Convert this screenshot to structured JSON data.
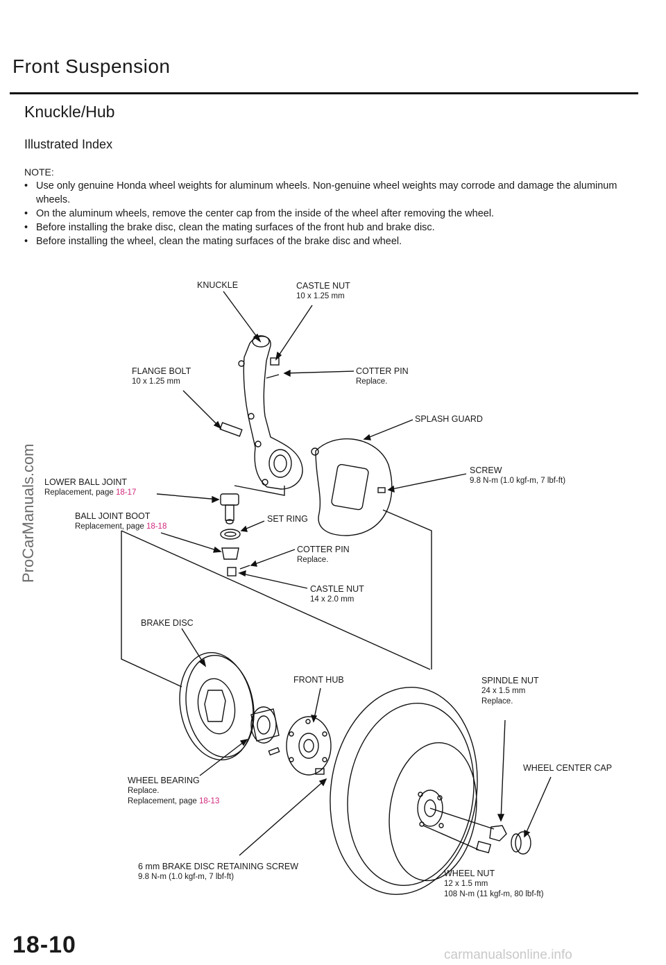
{
  "header": {
    "title": "Front Suspension",
    "section": "Knuckle/Hub",
    "subsection": "Illustrated Index"
  },
  "notes": {
    "title": "NOTE:",
    "items": [
      "Use only genuine Honda wheel weights for aluminum wheels. Non-genuine wheel weights may corrode and damage the aluminum wheels.",
      "On the aluminum wheels, remove the center cap from the inside of the wheel after removing the wheel.",
      "Before installing the brake disc, clean the mating surfaces of the front hub and brake disc.",
      "Before installing the wheel, clean the mating surfaces of the brake disc and wheel."
    ]
  },
  "labels": {
    "knuckle": "KNUCKLE",
    "castle_nut_top": "CASTLE NUT",
    "castle_nut_top_size": "10 x 1.25 mm",
    "flange_bolt": "FLANGE BOLT",
    "flange_bolt_size": "10 x 1.25 mm",
    "cotter_pin_top": "COTTER PIN",
    "cotter_pin_top_note": "Replace.",
    "splash_guard": "SPLASH GUARD",
    "screw": "SCREW",
    "screw_torque": "9.8 N-m (1.0 kgf-m, 7 lbf-ft)",
    "lower_ball_joint": "LOWER BALL JOINT",
    "lower_ball_joint_ref_text": "Replacement, page",
    "lower_ball_joint_ref": "18-17",
    "ball_joint_boot": "BALL JOINT BOOT",
    "ball_joint_boot_ref_text": "Replacement, page",
    "ball_joint_boot_ref": "18-18",
    "set_ring": "SET RING",
    "cotter_pin_mid": "COTTER PIN",
    "cotter_pin_mid_note": "Replace.",
    "castle_nut_mid": "CASTLE NUT",
    "castle_nut_mid_size": "14 x 2.0 mm",
    "brake_disc": "BRAKE DISC",
    "front_hub": "FRONT HUB",
    "spindle_nut": "SPINDLE NUT",
    "spindle_nut_size": "24 x 1.5 mm",
    "spindle_nut_note": "Replace.",
    "wheel_center_cap": "WHEEL CENTER CAP",
    "wheel_bearing": "WHEEL BEARING",
    "wheel_bearing_note": "Replace.",
    "wheel_bearing_ref_text": "Replacement, page",
    "wheel_bearing_ref": "18-13",
    "retaining_screw": "6 mm BRAKE DISC RETAINING SCREW",
    "retaining_screw_torque": "9.8 N-m (1.0 kgf-m, 7 lbf-ft)",
    "wheel_nut": "WHEEL NUT",
    "wheel_nut_size": "12 x 1.5 mm",
    "wheel_nut_torque": "108 N-m (11 kgf-m, 80 lbf-ft)"
  },
  "watermark": "ProCarManuals.com",
  "page_number": "18-10",
  "footer_site": "carmanualsonline.info",
  "colors": {
    "reference_link": "#d0267b",
    "ink": "#1a1a1a"
  }
}
